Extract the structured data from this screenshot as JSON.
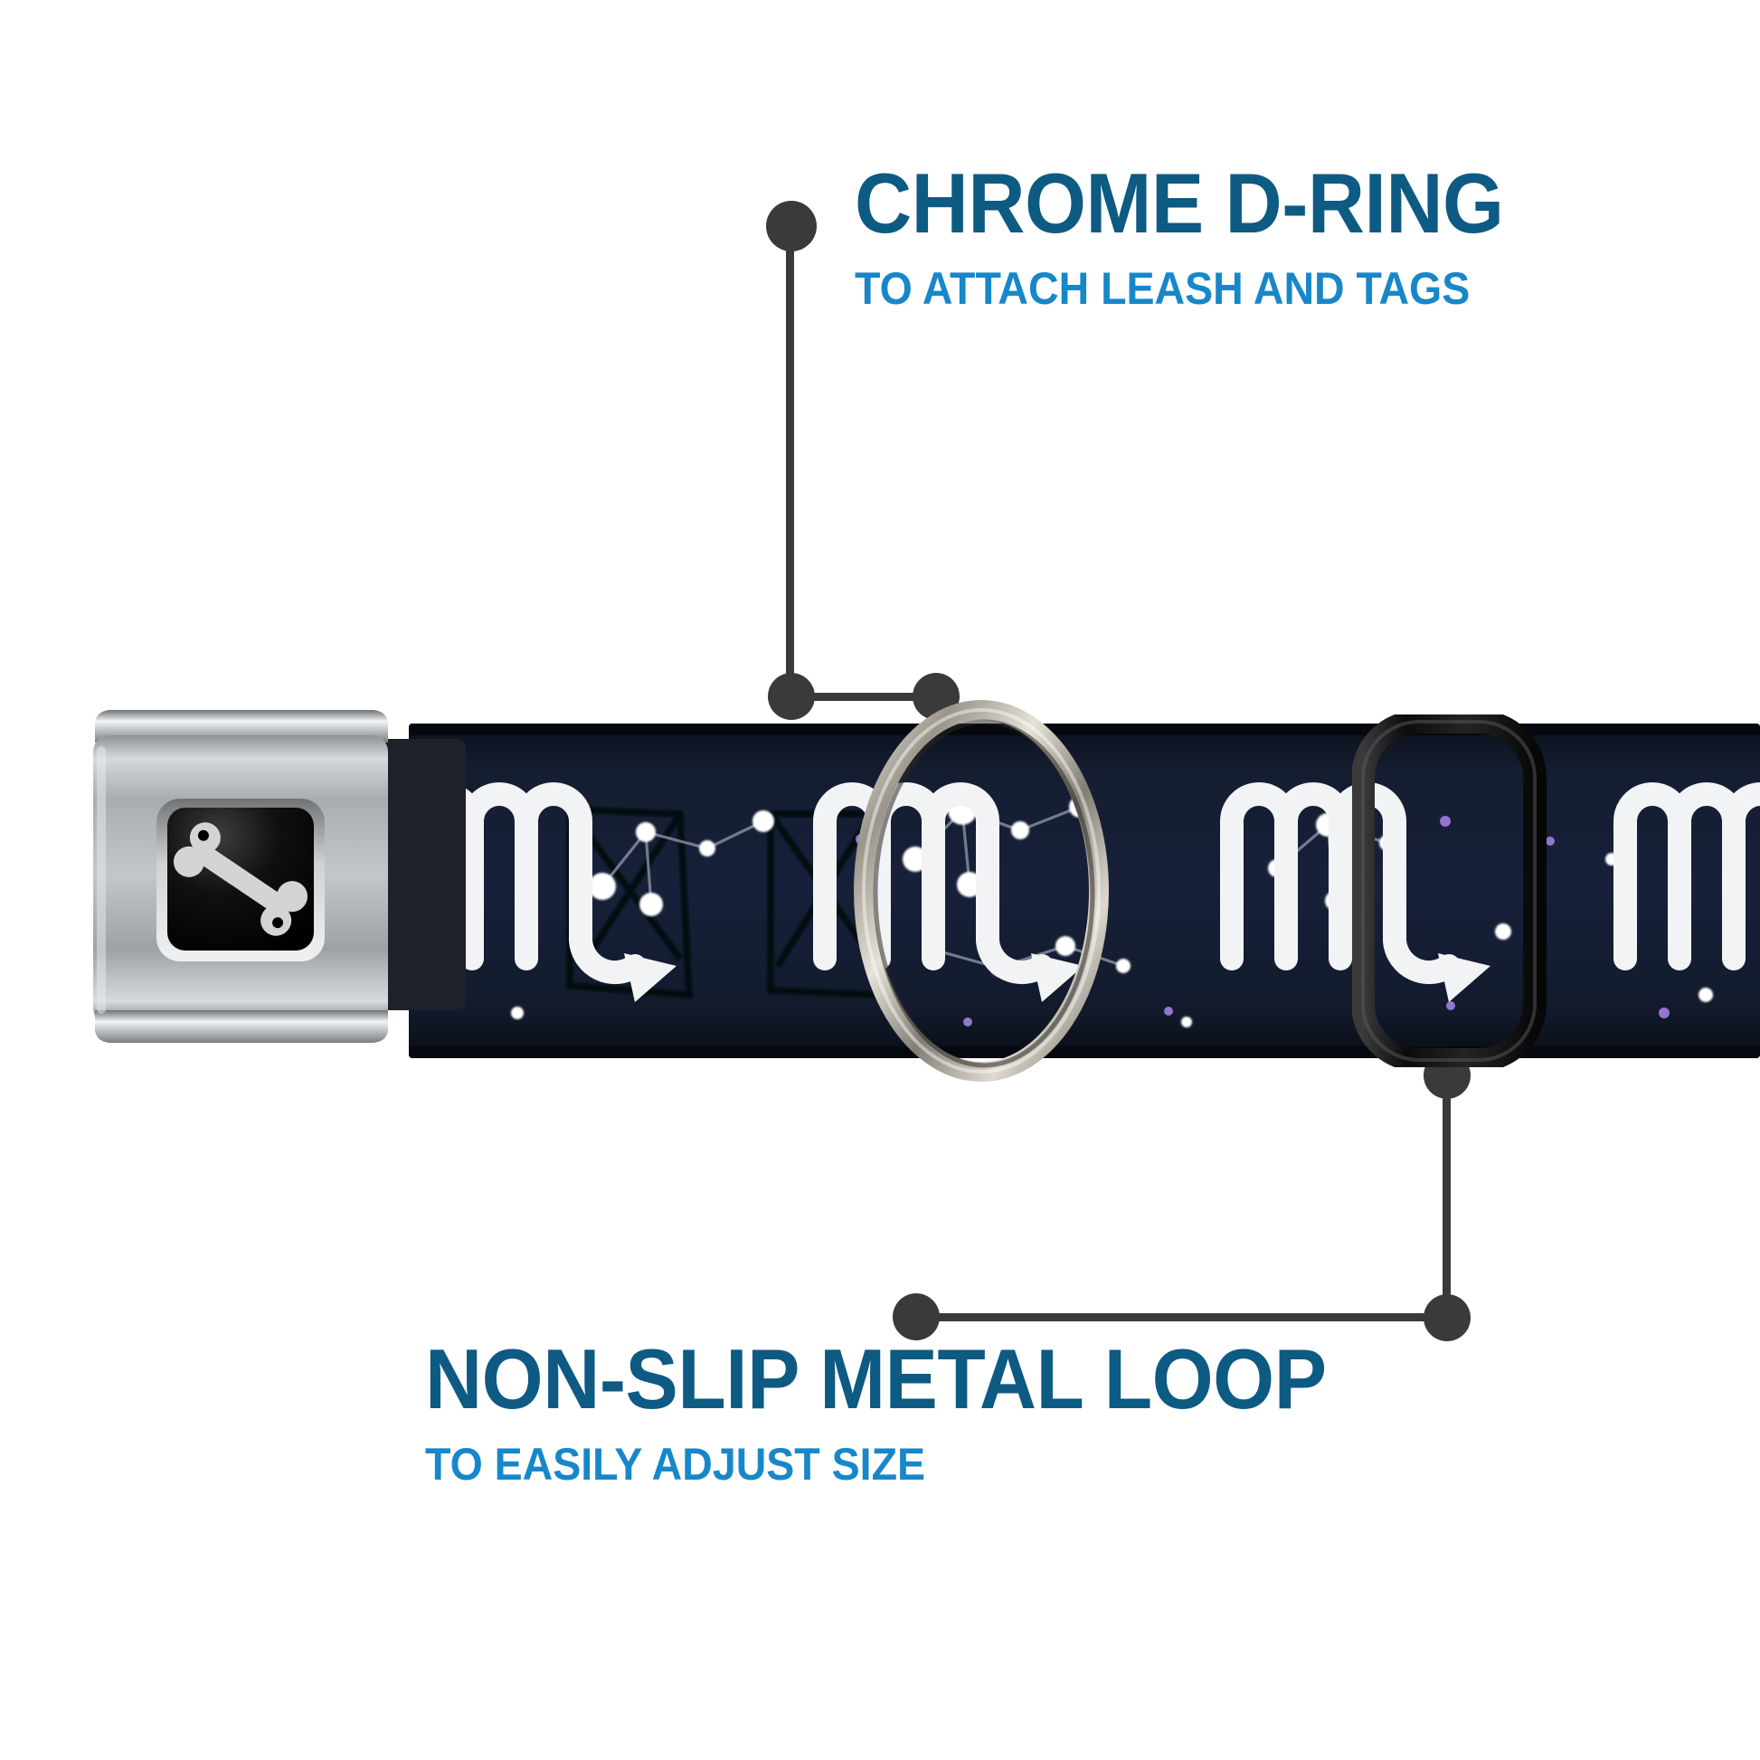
{
  "page": {
    "background_color": "#ffffff",
    "product": "seatbelt-buckle dog collar with scorpio constellation print"
  },
  "callouts": [
    {
      "id": "chrome-d-ring",
      "title": "CHROME D-RING",
      "subtitle": "TO ATTACH LEASH AND TAGS",
      "title_color": "#0d5a83",
      "subtitle_color": "#1787c9",
      "leader_color": "#3a3a3a"
    },
    {
      "id": "non-slip-metal-loop",
      "title": "NON-SLIP METAL LOOP",
      "subtitle": "TO EASILY ADJUST SIZE",
      "title_color": "#0d5a83",
      "subtitle_color": "#1787c9",
      "leader_color": "#3a3a3a"
    }
  ],
  "hardware": {
    "buckle": {
      "name": "chrome-seatbelt-buckle",
      "finish_color": "#b4b7ba",
      "button_color": "#0a0a0a",
      "logo": "dog-bone",
      "logo_color": "#d2d4d6"
    },
    "d_ring": {
      "name": "chrome-d-ring",
      "color": "#b8b4ab"
    },
    "metal_loop": {
      "name": "non-slip-metal-loop",
      "color": "#1a1a1a"
    }
  },
  "strap": {
    "name": "collar-strap",
    "background_color": "#131b2c",
    "glyph": "scorpio",
    "glyph_color": "#f2f3f5",
    "star_color": "#ffffff",
    "constellation_line_color": "#8d93a8",
    "accent_star_color": "#9a7ad6"
  }
}
